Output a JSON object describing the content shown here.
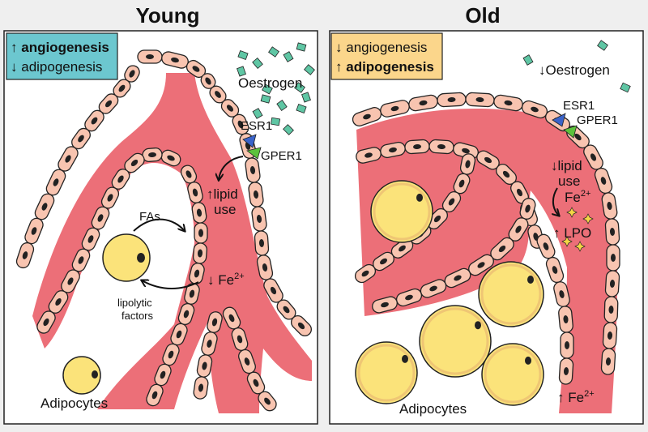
{
  "young": {
    "title": "Young",
    "box_line1_arrow": "↑",
    "box_line1_text": "angiogenesis",
    "box_line2_arrow": "↓",
    "box_line2_text": "adipogenesis",
    "box_color": "#6cc7cf",
    "oestrogen": "Oestrogen",
    "esr1": "ESR1",
    "gper1": "GPER1",
    "lipid_line1": "↑lipid",
    "lipid_line2": "use",
    "fas": "FAs",
    "lipolytic_line1": "lipolytic",
    "lipolytic_line2": "factors",
    "fe_arrow": "↓",
    "fe_text": "Fe",
    "fe_sup": "2+",
    "adipocytes": "Adipocytes"
  },
  "old": {
    "title": "Old",
    "box_line1_arrow": "↓",
    "box_line1_text": "angiogenesis",
    "box_line2_arrow": "↑",
    "box_line2_text": "adipogenesis",
    "box_color": "#fbd68b",
    "oestrogen": "↓Oestrogen",
    "esr1": "ESR1",
    "gper1": "GPER1",
    "lipid_line1": "↓lipid",
    "lipid_line2": "use",
    "fe_text": "Fe",
    "fe_sup": "2+",
    "lpo": "↑ LPO",
    "fe_bottom_arrow": "↑",
    "fe_bottom_text": "Fe",
    "fe_bottom_sup": "2+",
    "adipocytes": "Adipocytes"
  },
  "colors": {
    "vessel": "#ec6f78",
    "endothelial": "#f8c4b0",
    "nucleus": "#222222",
    "adipocyte": "#fbe37a",
    "adipocyte_edge": "#e8b36f",
    "oestrogen": "#5fc6a4",
    "esr1": "#3a63c9",
    "gper1": "#5cc23c",
    "spark": "#f6d645"
  }
}
